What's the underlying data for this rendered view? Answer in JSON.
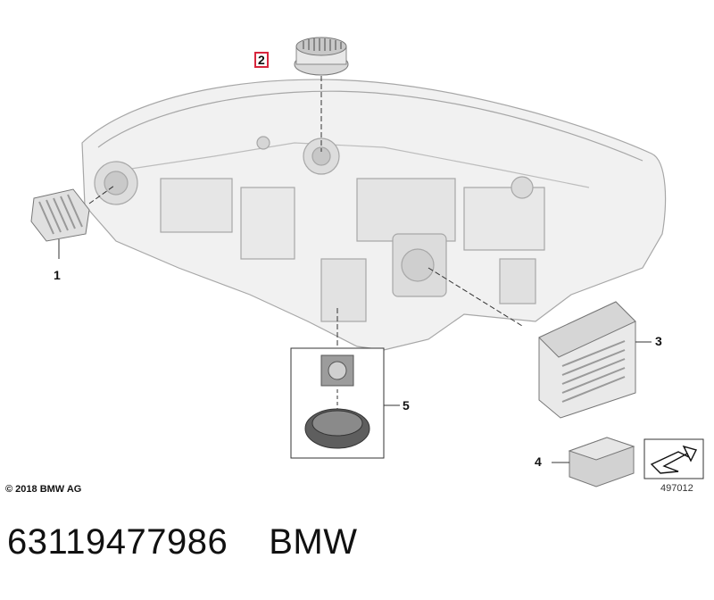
{
  "callouts": [
    {
      "id": "1",
      "label": "1",
      "highlighted": false
    },
    {
      "id": "2",
      "label": "2",
      "highlighted": true
    },
    {
      "id": "3",
      "label": "3",
      "highlighted": false
    },
    {
      "id": "4",
      "label": "4",
      "highlighted": false
    },
    {
      "id": "5",
      "label": "5",
      "highlighted": false
    }
  ],
  "copyright": "© 2018 BMW AG",
  "diagram_number": "497012",
  "footer": {
    "part_number": "63119477986",
    "brand": "BMW"
  },
  "colors": {
    "highlight_box": "#d7263d",
    "housing_fill": "#f1f1f1",
    "line_color": "#8a8a8a"
  }
}
